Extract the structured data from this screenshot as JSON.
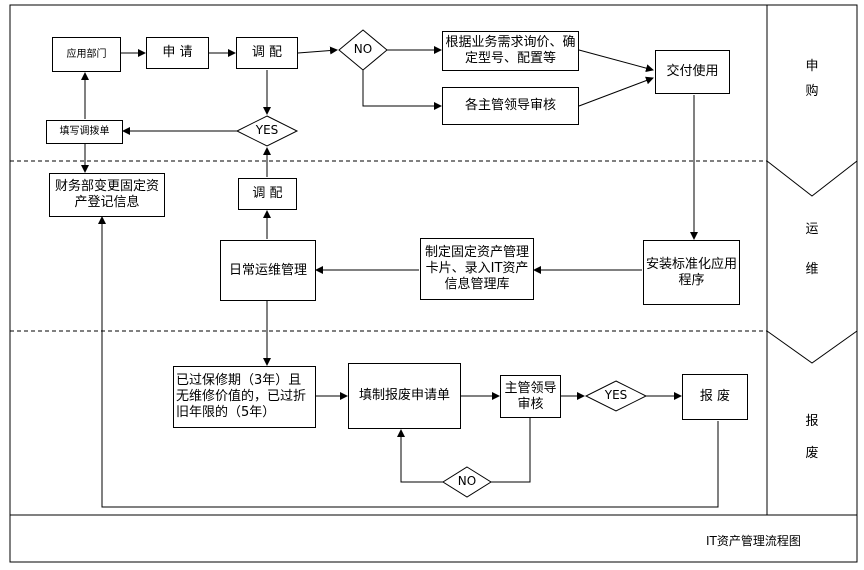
{
  "nodes": {
    "dept": "应用部门",
    "apply": "申 请",
    "allocate1": "调  配",
    "quote": "根据业务需求询价、确定型号、配置等",
    "review": "各主管领导审核",
    "deliver": "交付使用",
    "fill_transfer": "填写调拨单",
    "finance": "财务部变更固定资产登记信息",
    "allocate2": "调  配",
    "daily_ops": "日常运维管理",
    "card": "制定固定资产管理卡片、录入IT资产信息管理库",
    "install": "安装标准化应用程序",
    "expired": "已过保修期（3年）且无维修价值的，已过折旧年限的（5年）",
    "scrap_form": "填制报废申请单",
    "supervisor": "主管领导审核",
    "scrap": "报  废"
  },
  "decisions": {
    "no1": "NO",
    "yes1": "YES",
    "yes2": "YES",
    "no2": "NO"
  },
  "phases": {
    "purchase": [
      "申",
      "购"
    ],
    "ops": [
      "运",
      "维"
    ],
    "scrap": [
      "报",
      "废"
    ]
  },
  "caption": "IT资产管理流程图"
}
